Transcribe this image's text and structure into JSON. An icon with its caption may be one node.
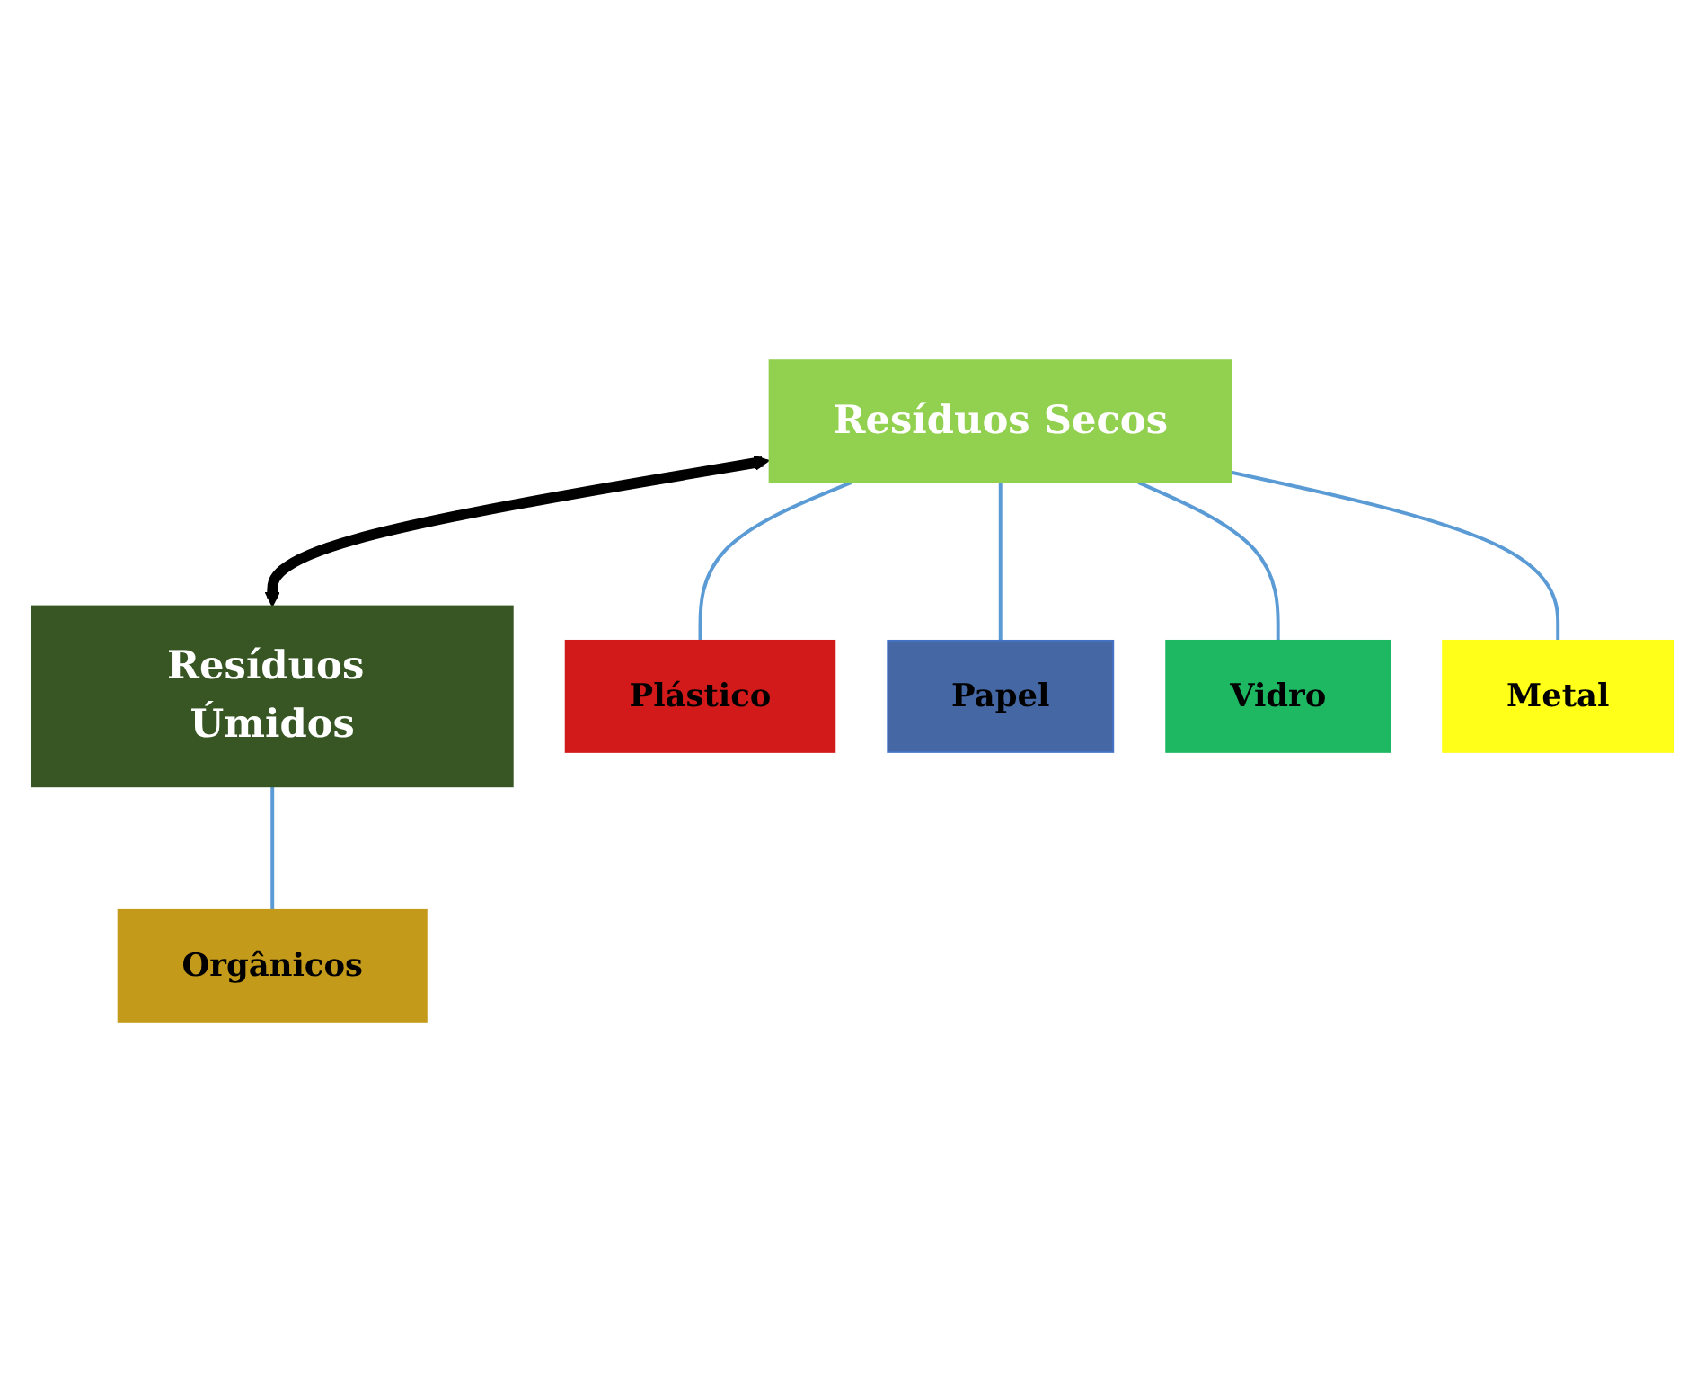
{
  "diagram": {
    "nodes": [
      {
        "text": [
          "Resíduos Secos"
        ]
      },
      {
        "text": [
          "Resíduos Úmidos"
        ]
      },
      {
        "text": [
          "Plástico"
        ]
      },
      {
        "text": [
          "Papel"
        ]
      },
      {
        "text": [
          "Vidro"
        ]
      },
      {
        "text": [
          "Metal"
        ]
      },
      {
        "text": [
          "Orgânicos"
        ]
      }
    ],
    "edges": [
      {
        "from": 0,
        "to": 1,
        "arrow": "both",
        "style": "thick",
        "color": "#000000"
      },
      {
        "from": 0,
        "to": 2,
        "arrow": "none"
      },
      {
        "from": 0,
        "to": 3,
        "arrow": "none"
      },
      {
        "from": 0,
        "to": 4,
        "arrow": "none"
      },
      {
        "from": 0,
        "to": 5,
        "arrow": "none"
      },
      {
        "from": 1,
        "to": 6,
        "arrow": "none"
      }
    ]
  }
}
